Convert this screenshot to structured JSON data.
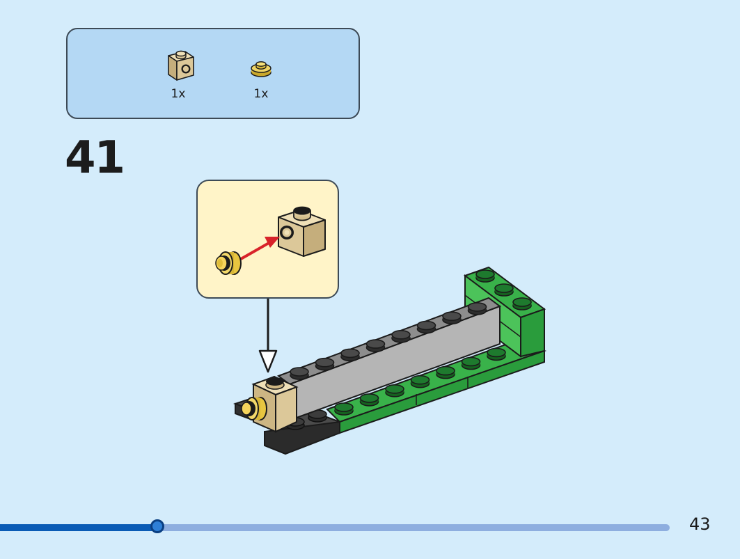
{
  "parts_list": {
    "items": [
      {
        "name": "tan-brick-1x1-with-side-stud-icon",
        "quantity": "1x",
        "color": "#dcc899"
      },
      {
        "name": "pearl-gold-round-plate-1x1-icon",
        "quantity": "1x",
        "color": "#e8c640"
      }
    ]
  },
  "step": {
    "number": "41"
  },
  "progress": {
    "fraction": 0.235
  },
  "page": {
    "number": "43"
  },
  "colors": {
    "background": "#d4ecfb",
    "parts_box": "#b4d8f4",
    "callout": "#fff4c8",
    "progress_fill": "#0a5bb5",
    "progress_track": "#8eaedf",
    "arrow": "#d8232a"
  }
}
